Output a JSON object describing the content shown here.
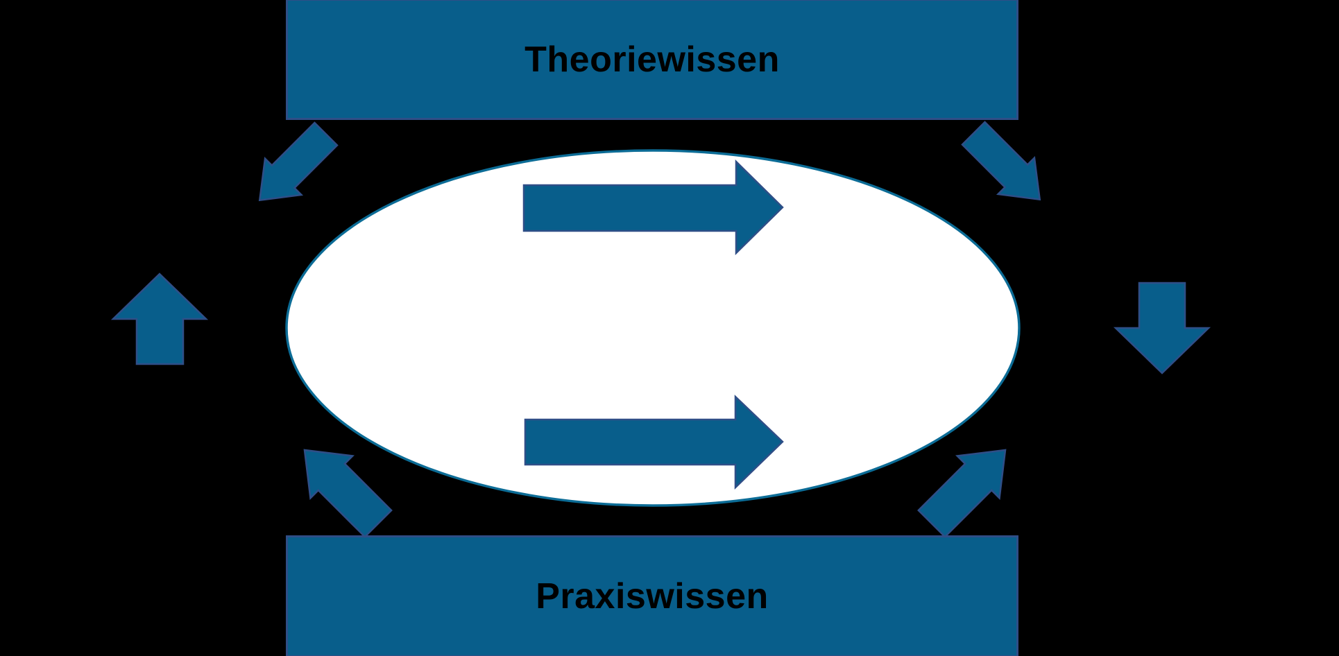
{
  "diagram": {
    "top_box": {
      "label": "Theoriewissen"
    },
    "bottom_box": {
      "label": "Praxiswissen"
    },
    "ellipse": {
      "description": "white exchange ellipse between theory and practice"
    },
    "icons": {
      "inside_ellipse": [
        "arrow-right-icon",
        "arrow-right-icon"
      ],
      "left_side": "arrow-up-icon",
      "right_side": "arrow-down-icon",
      "top_left_corner": "arrow-down-left-icon",
      "top_right_corner": "arrow-down-right-icon",
      "bottom_left_corner": "arrow-up-left-icon",
      "bottom_right_corner": "arrow-up-right-icon"
    },
    "colors": {
      "background": "#000000",
      "shape_fill": "#085E8B",
      "shape_border": "#2F4E87",
      "ellipse_fill": "#FFFFFF",
      "ellipse_stroke": "#0C6C96",
      "label_color": "#000000"
    }
  }
}
